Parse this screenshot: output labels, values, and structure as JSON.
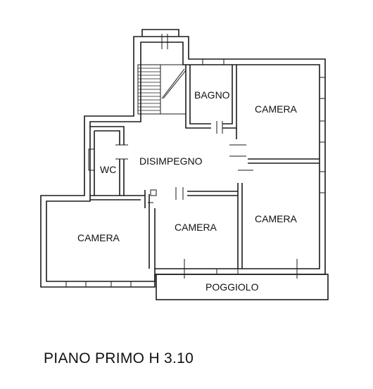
{
  "rooms": {
    "bagno": "BAGNO",
    "camera_top_right": "CAMERA",
    "disimpegno": "DISIMPEGNO",
    "wc": "WC",
    "camera_right": "CAMERA",
    "camera_center": "CAMERA",
    "camera_left": "CAMERA",
    "poggiolo": "POGGIOLO"
  },
  "floor_title": "PIANO PRIMO H 3.10"
}
